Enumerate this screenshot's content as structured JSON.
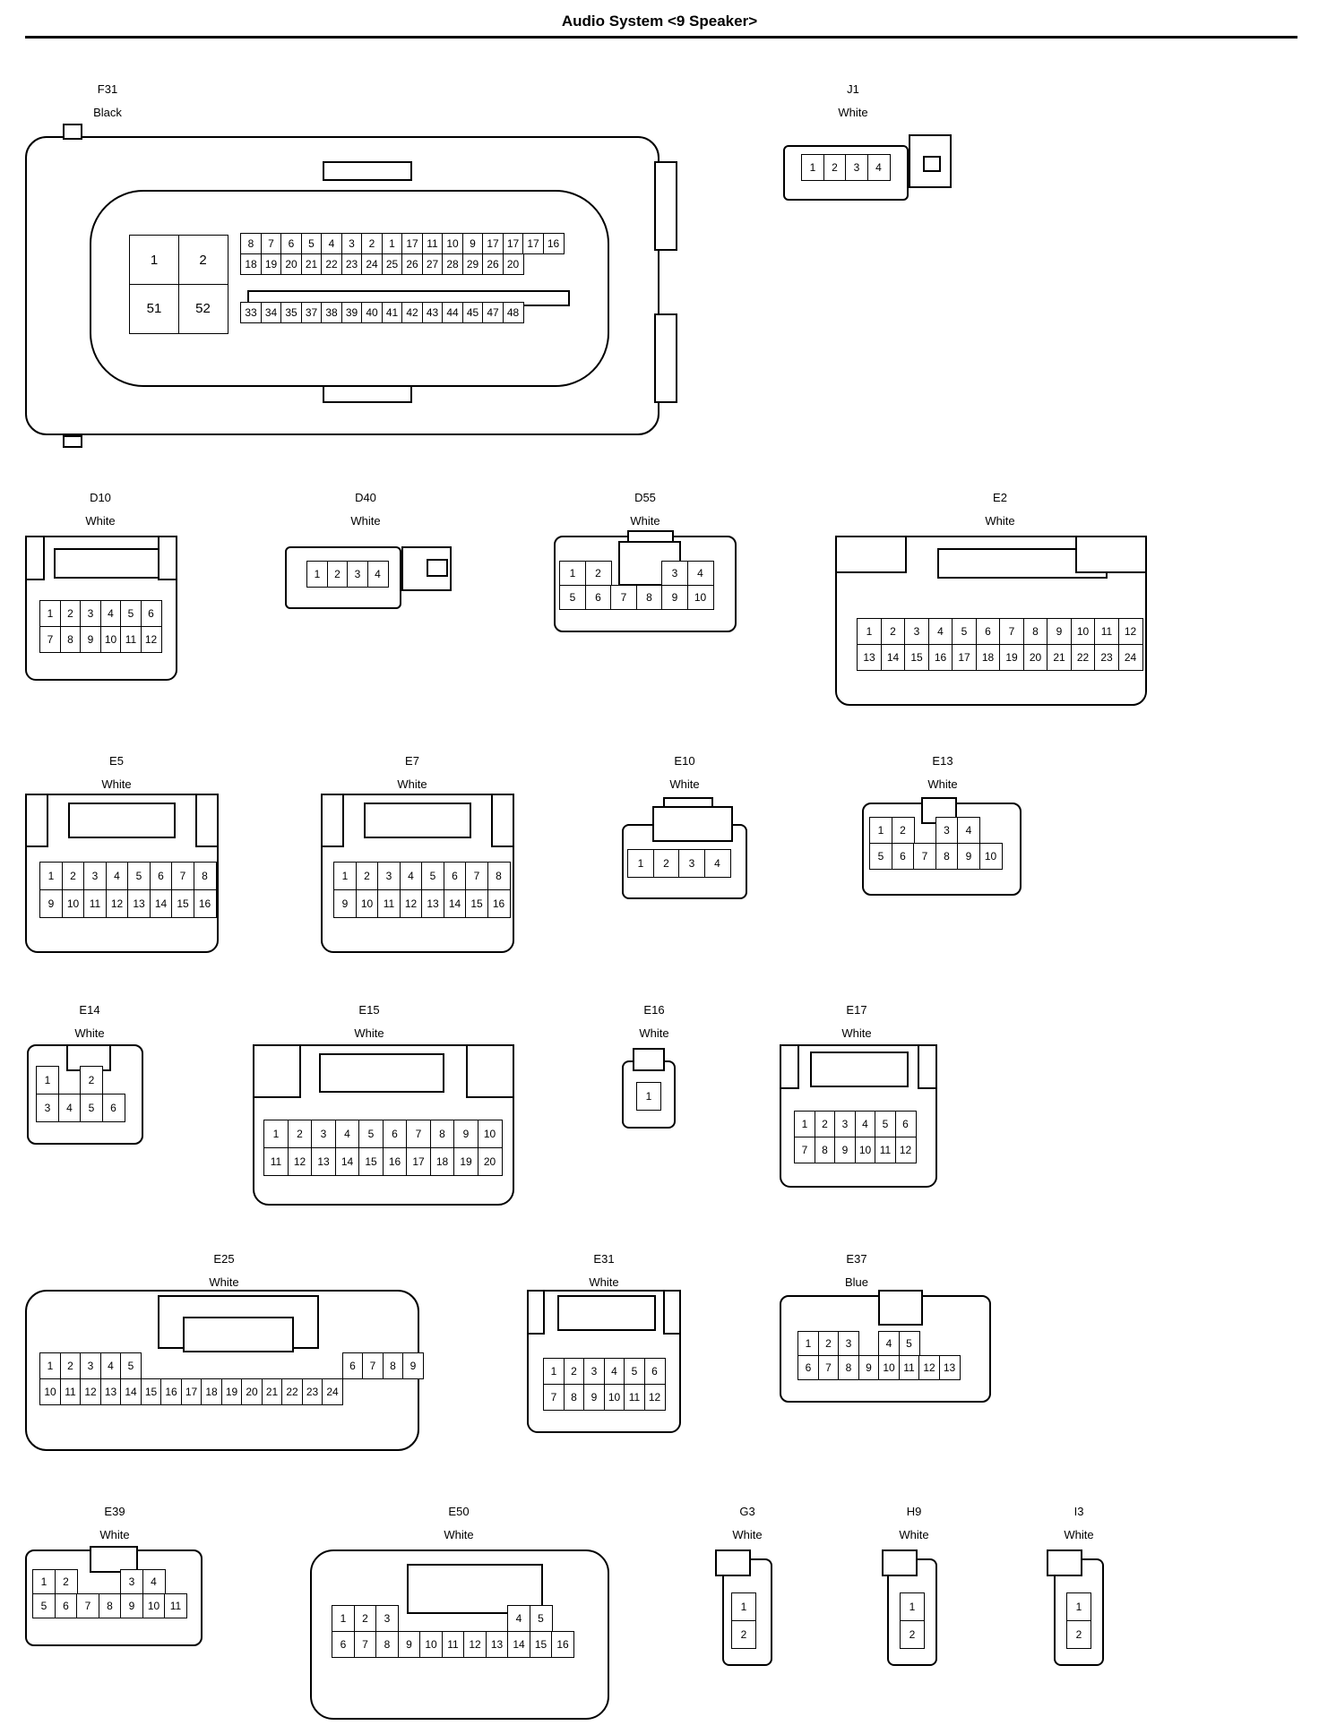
{
  "title": "Audio System <9 Speaker>",
  "connectors": [
    {
      "id": "c1",
      "code": "F31",
      "color": "Black",
      "power": [
        [
          "1",
          "2"
        ],
        [
          "51",
          "52"
        ]
      ],
      "rows": [
        [
          "8",
          "7",
          "6",
          "5",
          "4",
          "3",
          "2",
          "1",
          "17",
          "11",
          "10",
          "9",
          "17",
          "17",
          "17",
          "16"
        ],
        [
          "18",
          "19",
          "20",
          "21",
          "22",
          "23",
          "24",
          "25",
          "26",
          "27",
          "28",
          "29",
          "26",
          "20"
        ],
        [
          "33",
          "34",
          "35",
          "37",
          "38",
          "39",
          "40",
          "41",
          "42",
          "43",
          "44",
          "45",
          "47",
          "48"
        ]
      ]
    },
    {
      "id": "c2",
      "code": "J1",
      "color": "White",
      "rows": [
        [
          "1",
          "2",
          "3",
          "4"
        ]
      ]
    },
    {
      "id": "c3",
      "code": "D10",
      "color": "White",
      "rows": [
        [
          "1",
          "2",
          "3",
          "4",
          "5",
          "6"
        ],
        [
          "7",
          "8",
          "9",
          "10",
          "11",
          "12"
        ]
      ]
    },
    {
      "id": "c4",
      "code": "D40",
      "color": "White",
      "rows": [
        [
          "1",
          "2",
          "3",
          "4"
        ]
      ]
    },
    {
      "id": "c5",
      "code": "D55",
      "color": "White",
      "rows": [
        [
          "1",
          "2",
          "",
          "",
          "3",
          "4"
        ],
        [
          "5",
          "6",
          "7",
          "8",
          "9",
          "10"
        ]
      ]
    },
    {
      "id": "c6",
      "code": "E2",
      "color": "White",
      "rows": [
        [
          "1",
          "2",
          "3",
          "4",
          "5",
          "6",
          "7",
          "8",
          "9",
          "10",
          "11",
          "12"
        ],
        [
          "13",
          "14",
          "15",
          "16",
          "17",
          "18",
          "19",
          "20",
          "21",
          "22",
          "23",
          "24"
        ]
      ]
    },
    {
      "id": "c7",
      "code": "E5",
      "color": "White",
      "rows": [
        [
          "1",
          "2",
          "3",
          "4",
          "5",
          "6",
          "7",
          "8"
        ],
        [
          "9",
          "10",
          "11",
          "12",
          "13",
          "14",
          "15",
          "16"
        ]
      ]
    },
    {
      "id": "c8",
      "code": "E7",
      "color": "White",
      "rows": [
        [
          "1",
          "2",
          "3",
          "4",
          "5",
          "6",
          "7",
          "8"
        ],
        [
          "9",
          "10",
          "11",
          "12",
          "13",
          "14",
          "15",
          "16"
        ]
      ]
    },
    {
      "id": "c9",
      "code": "E10",
      "color": "White",
      "rows": [
        [
          "1",
          "2",
          "3",
          "4"
        ]
      ]
    },
    {
      "id": "c10",
      "code": "E13",
      "color": "White",
      "rows": [
        [
          "1",
          "2",
          "",
          "3",
          "4"
        ],
        [
          "5",
          "6",
          "7",
          "8",
          "9",
          "10"
        ]
      ]
    },
    {
      "id": "c11",
      "code": "E14",
      "color": "White",
      "rows": [
        [
          "1",
          "",
          "2"
        ],
        [
          "3",
          "4",
          "5",
          "6"
        ]
      ]
    },
    {
      "id": "c12",
      "code": "E15",
      "color": "White",
      "rows": [
        [
          "1",
          "2",
          "3",
          "4",
          "5",
          "6",
          "7",
          "8",
          "9",
          "10"
        ],
        [
          "11",
          "12",
          "13",
          "14",
          "15",
          "16",
          "17",
          "18",
          "19",
          "20"
        ]
      ]
    },
    {
      "id": "c13",
      "code": "E16",
      "color": "White",
      "rows": [
        [
          "1"
        ]
      ]
    },
    {
      "id": "c14",
      "code": "E17",
      "color": "White",
      "rows": [
        [
          "1",
          "2",
          "3",
          "4",
          "5",
          "6"
        ],
        [
          "7",
          "8",
          "9",
          "10",
          "11",
          "12"
        ]
      ]
    },
    {
      "id": "c15",
      "code": "E25",
      "color": "White",
      "rows": [
        [
          "1",
          "2",
          "3",
          "4",
          "5",
          "",
          "",
          "",
          "",
          "",
          "",
          "",
          "",
          "",
          "",
          "6",
          "7",
          "8",
          "9"
        ],
        [
          "10",
          "11",
          "12",
          "13",
          "14",
          "15",
          "16",
          "17",
          "18",
          "19",
          "20",
          "21",
          "22",
          "23",
          "24"
        ]
      ]
    },
    {
      "id": "c16",
      "code": "E31",
      "color": "White",
      "rows": [
        [
          "1",
          "2",
          "3",
          "4",
          "5",
          "6"
        ],
        [
          "7",
          "8",
          "9",
          "10",
          "11",
          "12"
        ]
      ]
    },
    {
      "id": "c17",
      "code": "E37",
      "color": "Blue",
      "rows": [
        [
          "1",
          "2",
          "3",
          "",
          "4",
          "5"
        ],
        [
          "6",
          "7",
          "8",
          "9",
          "10",
          "11",
          "12",
          "13"
        ]
      ]
    },
    {
      "id": "c18",
      "code": "E39",
      "color": "White",
      "rows": [
        [
          "1",
          "2",
          "",
          "",
          "3",
          "4"
        ],
        [
          "5",
          "6",
          "7",
          "8",
          "9",
          "10",
          "11"
        ]
      ]
    },
    {
      "id": "c19",
      "code": "E50",
      "color": "White",
      "rows": [
        [
          "1",
          "2",
          "3",
          "",
          "",
          "",
          "",
          "",
          "4",
          "5"
        ],
        [
          "6",
          "7",
          "8",
          "9",
          "10",
          "11",
          "12",
          "13",
          "14",
          "15",
          "16"
        ]
      ]
    },
    {
      "id": "c20",
      "code": "G3",
      "color": "White",
      "rows": [
        [
          "1"
        ],
        [
          "2"
        ]
      ]
    },
    {
      "id": "c21",
      "code": "H9",
      "color": "White",
      "rows": [
        [
          "1"
        ],
        [
          "2"
        ]
      ]
    },
    {
      "id": "c22",
      "code": "I3",
      "color": "White",
      "rows": [
        [
          "1"
        ],
        [
          "2"
        ]
      ]
    }
  ]
}
